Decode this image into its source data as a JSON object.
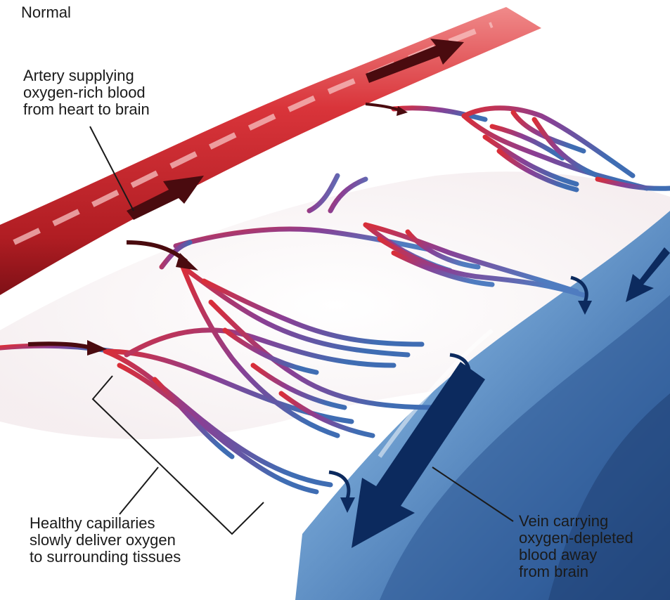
{
  "title": "Normal",
  "labels": {
    "artery": [
      "Artery supplying",
      "oxygen-rich blood",
      "from heart to brain"
    ],
    "capillaries": [
      "Healthy capillaries",
      "slowly deliver oxygen",
      "to surrounding tissues"
    ],
    "vein": [
      "Vein carrying",
      "oxygen-depleted",
      "blood away",
      "from brain"
    ]
  },
  "colors": {
    "artery": "#c8252b",
    "artery_dark": "#8e1418",
    "vein": "#2f5f9c",
    "vein_dark": "#0d2b5e",
    "capillary_mid": "#7a3f8f"
  }
}
